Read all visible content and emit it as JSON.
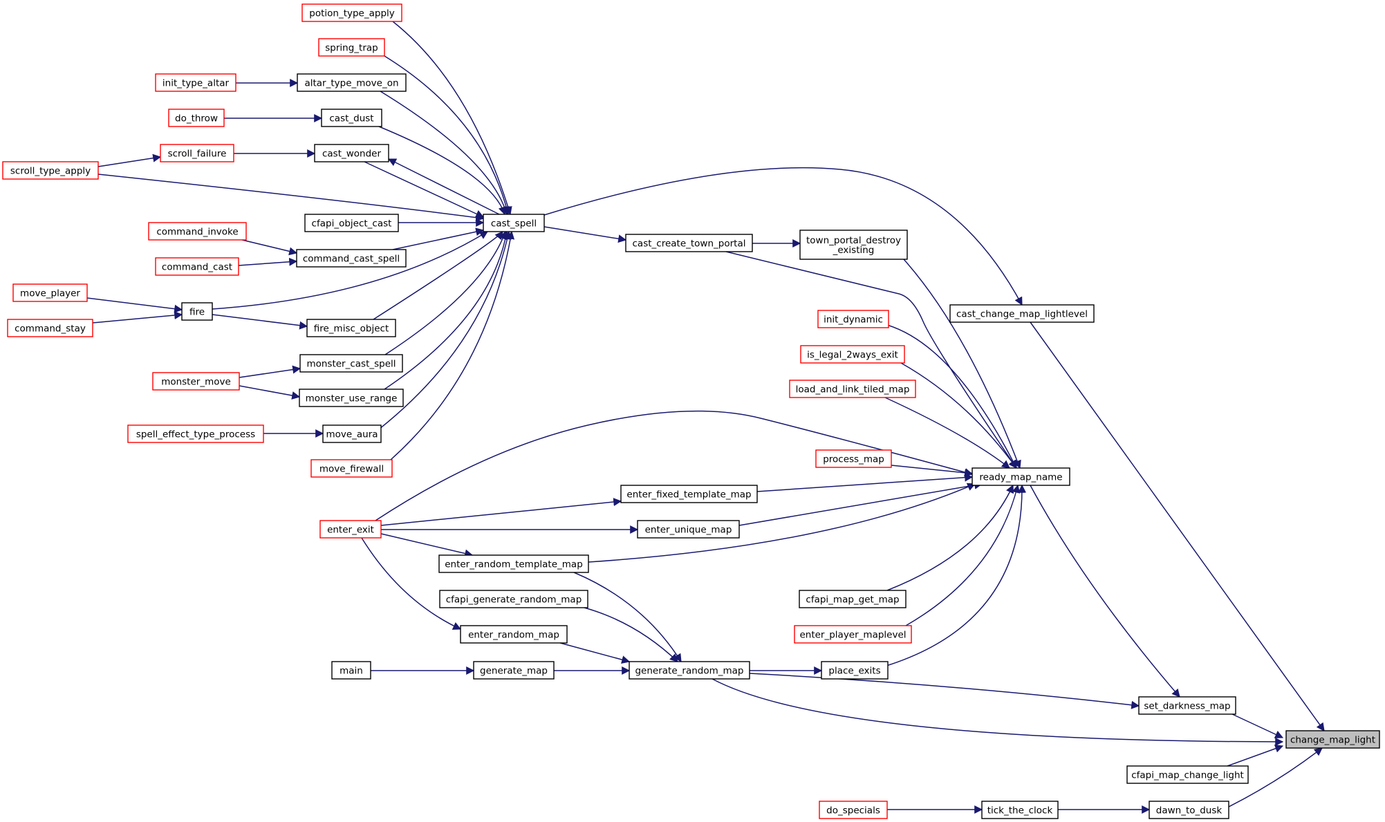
{
  "diagram": {
    "type": "doxygen-caller-graph",
    "colors": {
      "edge": "#191970",
      "node_border_defined": "#000000",
      "node_border_undocumented": "#ff0000",
      "node_fill": "#ffffff",
      "focus_fill": "#bfbfbf"
    },
    "nodes": [
      {
        "id": "change_map_light",
        "lines": [
          "change_map_light"
        ],
        "style": "focus"
      },
      {
        "id": "cast_change_map_lightlevel",
        "lines": [
          "cast_change_map_lightlevel"
        ],
        "style": "black"
      },
      {
        "id": "set_darkness_map",
        "lines": [
          "set_darkness_map"
        ],
        "style": "black"
      },
      {
        "id": "generate_random_map",
        "lines": [
          "generate_random_map"
        ],
        "style": "black"
      },
      {
        "id": "cfapi_map_change_light",
        "lines": [
          "cfapi_map_change_light"
        ],
        "style": "black"
      },
      {
        "id": "dawn_to_dusk",
        "lines": [
          "dawn_to_dusk"
        ],
        "style": "black"
      },
      {
        "id": "tick_the_clock",
        "lines": [
          "tick_the_clock"
        ],
        "style": "black"
      },
      {
        "id": "do_specials",
        "lines": [
          "do_specials"
        ],
        "style": "red"
      },
      {
        "id": "ready_map_name",
        "lines": [
          "ready_map_name"
        ],
        "style": "black"
      },
      {
        "id": "town_portal_destroy_existing",
        "lines": [
          "town_portal_destroy",
          "_existing"
        ],
        "style": "black"
      },
      {
        "id": "cast_create_town_portal",
        "lines": [
          "cast_create_town_portal"
        ],
        "style": "black"
      },
      {
        "id": "init_dynamic",
        "lines": [
          "init_dynamic"
        ],
        "style": "red"
      },
      {
        "id": "is_legal_2ways_exit",
        "lines": [
          "is_legal_2ways_exit"
        ],
        "style": "red"
      },
      {
        "id": "load_and_link_tiled_map",
        "lines": [
          "load_and_link_tiled_map"
        ],
        "style": "red"
      },
      {
        "id": "process_map",
        "lines": [
          "process_map"
        ],
        "style": "red"
      },
      {
        "id": "enter_fixed_template_map",
        "lines": [
          "enter_fixed_template_map"
        ],
        "style": "black"
      },
      {
        "id": "enter_unique_map",
        "lines": [
          "enter_unique_map"
        ],
        "style": "black"
      },
      {
        "id": "enter_random_template_map",
        "lines": [
          "enter_random_template_map"
        ],
        "style": "black"
      },
      {
        "id": "cfapi_map_get_map",
        "lines": [
          "cfapi_map_get_map"
        ],
        "style": "black"
      },
      {
        "id": "enter_player_maplevel",
        "lines": [
          "enter_player_maplevel"
        ],
        "style": "red"
      },
      {
        "id": "place_exits",
        "lines": [
          "place_exits"
        ],
        "style": "black"
      },
      {
        "id": "enter_exit",
        "lines": [
          "enter_exit"
        ],
        "style": "red"
      },
      {
        "id": "cfapi_generate_random_map",
        "lines": [
          "cfapi_generate_random_map"
        ],
        "style": "black"
      },
      {
        "id": "enter_random_map",
        "lines": [
          "enter_random_map"
        ],
        "style": "black"
      },
      {
        "id": "generate_map",
        "lines": [
          "generate_map"
        ],
        "style": "black"
      },
      {
        "id": "main",
        "lines": [
          "main"
        ],
        "style": "black"
      },
      {
        "id": "cast_spell",
        "lines": [
          "cast_spell"
        ],
        "style": "black"
      },
      {
        "id": "potion_type_apply",
        "lines": [
          "potion_type_apply"
        ],
        "style": "red"
      },
      {
        "id": "spring_trap",
        "lines": [
          "spring_trap"
        ],
        "style": "red"
      },
      {
        "id": "altar_type_move_on",
        "lines": [
          "altar_type_move_on"
        ],
        "style": "black"
      },
      {
        "id": "init_type_altar",
        "lines": [
          "init_type_altar"
        ],
        "style": "red"
      },
      {
        "id": "cast_dust",
        "lines": [
          "cast_dust"
        ],
        "style": "black"
      },
      {
        "id": "do_throw",
        "lines": [
          "do_throw"
        ],
        "style": "red"
      },
      {
        "id": "cast_wonder",
        "lines": [
          "cast_wonder"
        ],
        "style": "black"
      },
      {
        "id": "scroll_failure",
        "lines": [
          "scroll_failure"
        ],
        "style": "red"
      },
      {
        "id": "scroll_type_apply",
        "lines": [
          "scroll_type_apply"
        ],
        "style": "red"
      },
      {
        "id": "cfapi_object_cast",
        "lines": [
          "cfapi_object_cast"
        ],
        "style": "black"
      },
      {
        "id": "command_cast_spell",
        "lines": [
          "command_cast_spell"
        ],
        "style": "black"
      },
      {
        "id": "command_invoke",
        "lines": [
          "command_invoke"
        ],
        "style": "red"
      },
      {
        "id": "command_cast",
        "lines": [
          "command_cast"
        ],
        "style": "red"
      },
      {
        "id": "fire",
        "lines": [
          "fire"
        ],
        "style": "black"
      },
      {
        "id": "move_player",
        "lines": [
          "move_player"
        ],
        "style": "red"
      },
      {
        "id": "command_stay",
        "lines": [
          "command_stay"
        ],
        "style": "red"
      },
      {
        "id": "fire_misc_object",
        "lines": [
          "fire_misc_object"
        ],
        "style": "black"
      },
      {
        "id": "monster_cast_spell",
        "lines": [
          "monster_cast_spell"
        ],
        "style": "black"
      },
      {
        "id": "monster_move",
        "lines": [
          "monster_move"
        ],
        "style": "red"
      },
      {
        "id": "monster_use_range",
        "lines": [
          "monster_use_range"
        ],
        "style": "black"
      },
      {
        "id": "move_aura",
        "lines": [
          "move_aura"
        ],
        "style": "black"
      },
      {
        "id": "spell_effect_type_process",
        "lines": [
          "spell_effect_type_process"
        ],
        "style": "red"
      },
      {
        "id": "move_firewall",
        "lines": [
          "move_firewall"
        ],
        "style": "red"
      }
    ],
    "edges": [
      {
        "from": "cast_change_map_lightlevel",
        "to": "change_map_light"
      },
      {
        "from": "cast_spell",
        "to": "cast_change_map_lightlevel"
      },
      {
        "from": "set_darkness_map",
        "to": "change_map_light"
      },
      {
        "from": "ready_map_name",
        "to": "set_darkness_map"
      },
      {
        "from": "generate_random_map",
        "to": "set_darkness_map"
      },
      {
        "from": "generate_random_map",
        "to": "change_map_light"
      },
      {
        "from": "cfapi_map_change_light",
        "to": "change_map_light"
      },
      {
        "from": "dawn_to_dusk",
        "to": "change_map_light"
      },
      {
        "from": "tick_the_clock",
        "to": "dawn_to_dusk"
      },
      {
        "from": "do_specials",
        "to": "tick_the_clock"
      },
      {
        "from": "cast_create_town_portal",
        "to": "ready_map_name"
      },
      {
        "from": "town_portal_destroy_existing",
        "to": "ready_map_name"
      },
      {
        "from": "init_dynamic",
        "to": "ready_map_name"
      },
      {
        "from": "is_legal_2ways_exit",
        "to": "ready_map_name"
      },
      {
        "from": "load_and_link_tiled_map",
        "to": "ready_map_name"
      },
      {
        "from": "process_map",
        "to": "ready_map_name"
      },
      {
        "from": "enter_exit",
        "to": "ready_map_name"
      },
      {
        "from": "enter_fixed_template_map",
        "to": "ready_map_name"
      },
      {
        "from": "enter_unique_map",
        "to": "ready_map_name"
      },
      {
        "from": "enter_random_template_map",
        "to": "ready_map_name"
      },
      {
        "from": "cfapi_map_get_map",
        "to": "ready_map_name"
      },
      {
        "from": "enter_player_maplevel",
        "to": "ready_map_name"
      },
      {
        "from": "place_exits",
        "to": "ready_map_name"
      },
      {
        "from": "cast_create_town_portal",
        "to": "town_portal_destroy_existing"
      },
      {
        "from": "cast_spell",
        "to": "cast_create_town_portal"
      },
      {
        "from": "enter_exit",
        "to": "enter_fixed_template_map"
      },
      {
        "from": "enter_exit",
        "to": "enter_unique_map"
      },
      {
        "from": "enter_exit",
        "to": "enter_random_template_map"
      },
      {
        "from": "enter_random_template_map",
        "to": "generate_random_map"
      },
      {
        "from": "cfapi_generate_random_map",
        "to": "generate_random_map"
      },
      {
        "from": "enter_random_map",
        "to": "generate_random_map"
      },
      {
        "from": "generate_map",
        "to": "generate_random_map"
      },
      {
        "from": "enter_exit",
        "to": "enter_random_map"
      },
      {
        "from": "main",
        "to": "generate_map"
      },
      {
        "from": "generate_random_map",
        "to": "place_exits"
      },
      {
        "from": "potion_type_apply",
        "to": "cast_spell"
      },
      {
        "from": "spring_trap",
        "to": "cast_spell"
      },
      {
        "from": "altar_type_move_on",
        "to": "cast_spell"
      },
      {
        "from": "cast_dust",
        "to": "cast_spell"
      },
      {
        "from": "cast_wonder",
        "to": "cast_spell"
      },
      {
        "from": "cast_spell",
        "to": "cast_wonder"
      },
      {
        "from": "scroll_type_apply",
        "to": "cast_spell"
      },
      {
        "from": "cfapi_object_cast",
        "to": "cast_spell"
      },
      {
        "from": "command_cast_spell",
        "to": "cast_spell"
      },
      {
        "from": "fire",
        "to": "cast_spell"
      },
      {
        "from": "fire_misc_object",
        "to": "cast_spell"
      },
      {
        "from": "monster_cast_spell",
        "to": "cast_spell"
      },
      {
        "from": "monster_use_range",
        "to": "cast_spell"
      },
      {
        "from": "move_aura",
        "to": "cast_spell"
      },
      {
        "from": "move_firewall",
        "to": "cast_spell"
      },
      {
        "from": "init_type_altar",
        "to": "altar_type_move_on"
      },
      {
        "from": "do_throw",
        "to": "cast_dust"
      },
      {
        "from": "scroll_failure",
        "to": "cast_wonder"
      },
      {
        "from": "scroll_type_apply",
        "to": "scroll_failure"
      },
      {
        "from": "command_invoke",
        "to": "command_cast_spell"
      },
      {
        "from": "command_cast",
        "to": "command_cast_spell"
      },
      {
        "from": "move_player",
        "to": "fire"
      },
      {
        "from": "command_stay",
        "to": "fire"
      },
      {
        "from": "fire",
        "to": "fire_misc_object"
      },
      {
        "from": "monster_move",
        "to": "monster_cast_spell"
      },
      {
        "from": "monster_move",
        "to": "monster_use_range"
      },
      {
        "from": "spell_effect_type_process",
        "to": "move_aura"
      }
    ]
  }
}
